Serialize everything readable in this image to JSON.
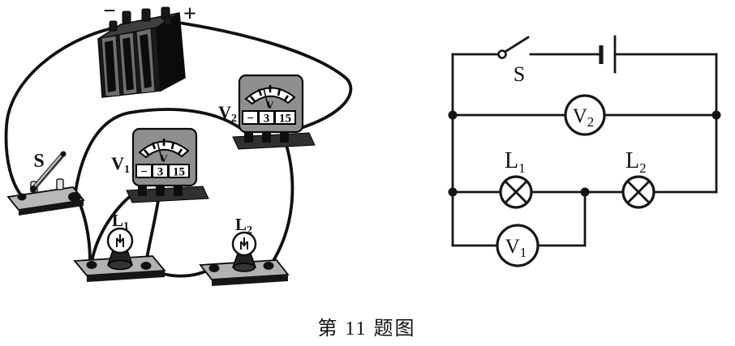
{
  "caption": "第 11 题图",
  "colors": {
    "ink": "#101010",
    "meter_body": "#8f8f8f",
    "base_gray": "#b2b2b2",
    "battery_dark": "#1a1a1a",
    "background": "#ffffff"
  },
  "pictorial": {
    "battery": {
      "minus_label": "−",
      "plus_label": "+"
    },
    "switch": {
      "label": "S"
    },
    "meter_v1": {
      "label_base": "V",
      "label_sub": "1",
      "unit": "V",
      "terminals": [
        "−",
        "3",
        "15"
      ]
    },
    "meter_v2": {
      "label_base": "V",
      "label_sub": "2",
      "unit": "V",
      "terminals": [
        "−",
        "3",
        "15"
      ]
    },
    "lamp_l1": {
      "label_base": "L",
      "label_sub": "1"
    },
    "lamp_l2": {
      "label_base": "L",
      "label_sub": "2"
    }
  },
  "schematic": {
    "switch": {
      "label": "S"
    },
    "meter_v1": {
      "label_base": "V",
      "label_sub": "1"
    },
    "meter_v2": {
      "label_base": "V",
      "label_sub": "2"
    },
    "lamp_l1": {
      "label_base": "L",
      "label_sub": "1"
    },
    "lamp_l2": {
      "label_base": "L",
      "label_sub": "2"
    }
  }
}
